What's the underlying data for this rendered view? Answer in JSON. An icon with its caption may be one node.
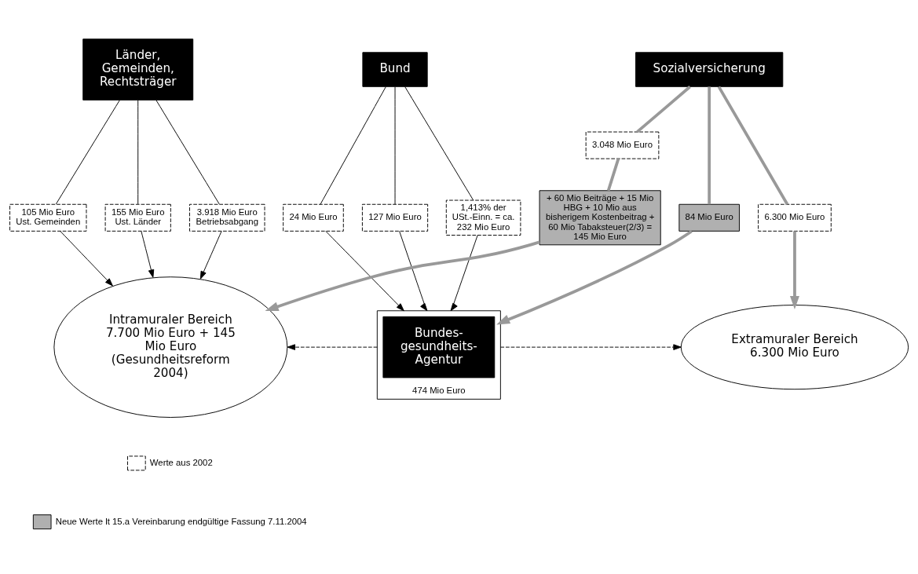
{
  "diagram": {
    "nodes": [
      {
        "text": [
          "Länder, Gemeinden, Rechtsträger"
        ]
      },
      {
        "text": [
          "Bund"
        ]
      },
      {
        "text": [
          "Sozialversicherung"
        ]
      },
      {
        "text": [
          "3.918 Mio Euro Betriebsabgang"
        ]
      },
      {
        "text": [
          "105 Mio Euro Ust. Gemeinden"
        ]
      },
      {
        "text": [
          "155 Mio Euro Ust. Länder"
        ]
      },
      {
        "text": [
          "1,413% der USt.-Einn. = ca. 232 Mio Euro"
        ]
      },
      {
        "text": [
          "24 Mio Euro"
        ]
      },
      {
        "text": [
          "127 Mio Euro"
        ]
      },
      {
        "text": [
          "3.048 Mio Euro"
        ]
      },
      {
        "text": [
          "+ 60 Mio Beiträge + 15 Mio HBG + 10 Mio aus bisherigem Kostenbeitrag + 60 Mio Tabaksteuer(2/3) = 145 Mio Euro"
        ]
      },
      {
        "text": [
          "84 Mio Euro"
        ]
      },
      {
        "text": [
          "6.300 Mio Euro"
        ]
      },
      {
        "text": [
          "Intramuraler Bereich",
          "7.700 Mio Euro + 145 Mio Euro (Gesundheitsreform 2004)"
        ]
      },
      {
        "text": [
          "474 Mio Euro"
        ]
      },
      {
        "text": [
          "Bundes- gesundheits- Agentur"
        ],
        "in": 14
      },
      {
        "text": [
          "Extramuraler Bereich 6.300 Mio Euro"
        ]
      }
    ],
    "edges": [
      {
        "from": 0,
        "to": 3,
        "arrow": "none"
      },
      {
        "from": 0,
        "to": 4,
        "arrow": "none"
      },
      {
        "from": 0,
        "to": 5,
        "arrow": "none"
      },
      {
        "from": 3,
        "to": 13,
        "arrow": "to"
      },
      {
        "from": 4,
        "to": 13,
        "arrow": "to"
      },
      {
        "from": 5,
        "to": 13,
        "arrow": "to"
      },
      {
        "from": 1,
        "to": 6,
        "arrow": "none"
      },
      {
        "from": 1,
        "to": 7,
        "arrow": "none"
      },
      {
        "from": 1,
        "to": 8,
        "arrow": "none"
      },
      {
        "from": 6,
        "to": 14,
        "arrow": "to"
      },
      {
        "from": 7,
        "to": 14,
        "arrow": "to"
      },
      {
        "from": 8,
        "to": 14,
        "arrow": "to"
      },
      {
        "from": 2,
        "to": 9,
        "arrow": "none",
        "style": "thick",
        "color": "#999999"
      },
      {
        "from": 9,
        "to": 10,
        "arrow": "none",
        "style": "thick",
        "color": "#999999"
      },
      {
        "from": 10,
        "to": 13,
        "arrow": "to",
        "style": "thick",
        "color": "#999999"
      },
      {
        "from": 2,
        "to": 11,
        "arrow": "none",
        "style": "thick",
        "color": "#999999"
      },
      {
        "from": 11,
        "to": 14,
        "arrow": "to",
        "style": "thick",
        "color": "#999999"
      },
      {
        "from": 2,
        "to": 12,
        "arrow": "none",
        "style": "thick",
        "color": "#999999"
      },
      {
        "from": 12,
        "to": 16,
        "arrow": "to",
        "style": "thick",
        "color": "#999999"
      },
      {
        "from": 14,
        "to": 13,
        "arrow": "to",
        "style": "dashed"
      },
      {
        "from": 14,
        "to": 16,
        "arrow": "to",
        "style": "dashed"
      }
    ],
    "legend": [
      {
        "text": "Werte aus 2002"
      },
      {
        "text": "Neue Werte lt 15.a Vereinbarung endgültige Fassung 7.11.2004",
        "color": "#b0b0b0"
      }
    ]
  }
}
